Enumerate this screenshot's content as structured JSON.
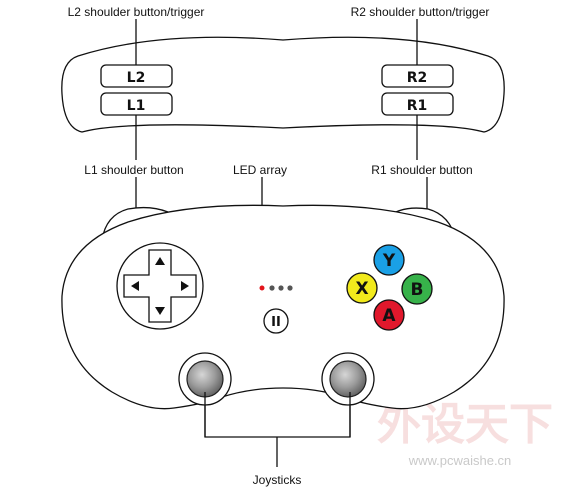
{
  "labels": {
    "l2": "L2 shoulder button/trigger",
    "r2": "R2 shoulder button/trigger",
    "l1": "L1 shoulder button",
    "led": "LED array",
    "r1": "R1 shoulder button",
    "joysticks": "Joysticks"
  },
  "shoulder_buttons": {
    "l2": "L2",
    "l1": "L1",
    "r2": "R2",
    "r1": "R1"
  },
  "face_buttons": {
    "y": {
      "label": "Y",
      "color": "#1aa0e6"
    },
    "x": {
      "label": "X",
      "color": "#f2ea1c"
    },
    "b": {
      "label": "B",
      "color": "#37b24a"
    },
    "a": {
      "label": "A",
      "color": "#e1182c"
    }
  },
  "pause_button": "II",
  "colors": {
    "led_active": "#e3141b",
    "led_inactive": "#555555"
  },
  "watermark": {
    "title": "外设天下",
    "url": "www.pcwaishe.cn"
  }
}
